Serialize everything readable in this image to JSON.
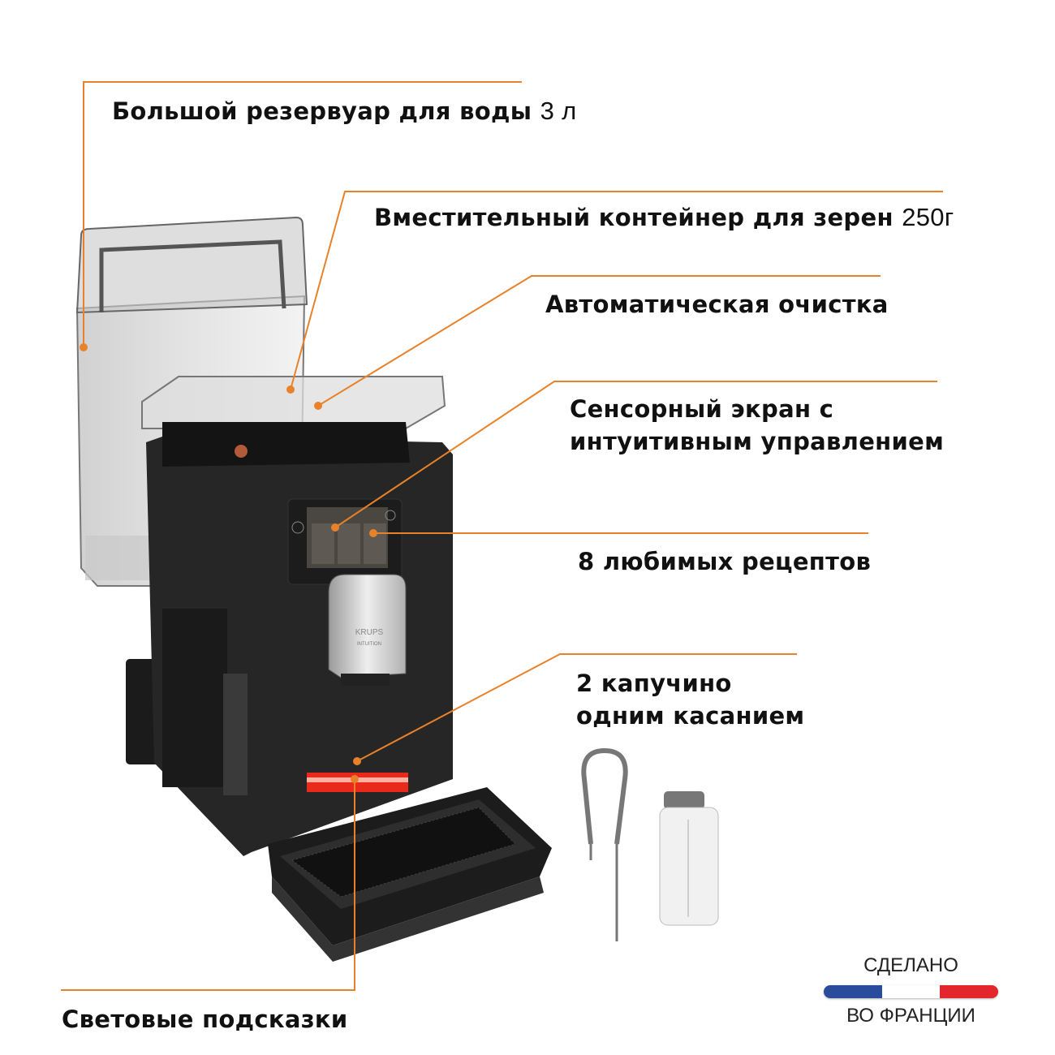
{
  "features": [
    {
      "title": "Большой резервуар для воды",
      "value": "3 л"
    },
    {
      "title": "Вместительный контейнер для зерен",
      "value": "250г"
    },
    {
      "title": "Автоматическая очистка"
    },
    {
      "line1": "Сенсорный экран с",
      "line2": "интуитивным управлением"
    },
    {
      "title": "8 любимых рецептов"
    },
    {
      "line1": "2 капучино",
      "line2": "одним касанием"
    },
    {
      "title": "Световые подсказки"
    }
  ],
  "product": {
    "brand": "KRUPS",
    "model": "INTUITION"
  },
  "badge": {
    "top": "СДЕЛАНО",
    "bottom": "ВО ФРАНЦИИ"
  },
  "colors": {
    "accent": "#e8822a",
    "flag_blue": "#2a4c9c",
    "flag_white": "#ffffff",
    "flag_red": "#e3262b",
    "glow": "#ff2a1a"
  }
}
